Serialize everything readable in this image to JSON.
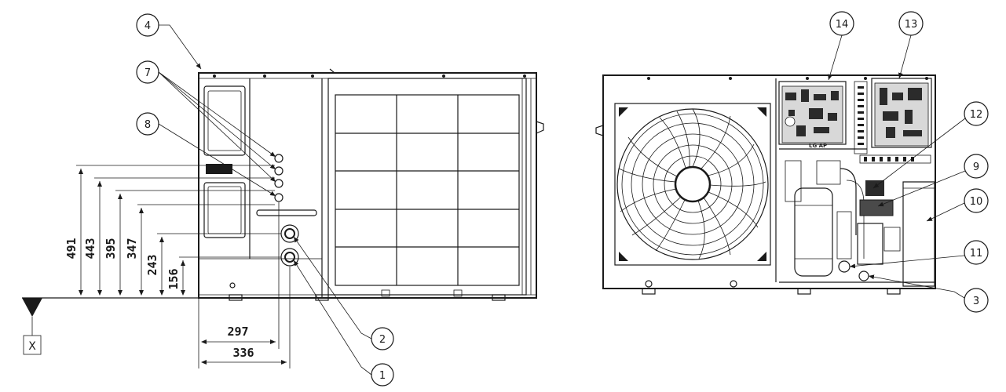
{
  "callouts": {
    "c1": "1",
    "c2": "2",
    "c3": "3",
    "c4": "4",
    "c7": "7",
    "c8": "8",
    "c9": "9",
    "c10": "10",
    "c11": "11",
    "c12": "12",
    "c13": "13",
    "c14": "14"
  },
  "dimensions": {
    "vertical": [
      "491",
      "443",
      "395",
      "347",
      "243",
      "156"
    ],
    "horizontal": [
      "297",
      "336"
    ]
  },
  "reference": {
    "datum_label": "X"
  },
  "panel_marking": "LG AP",
  "colors": {
    "line": "#1a1a1a",
    "background": "#ffffff"
  }
}
